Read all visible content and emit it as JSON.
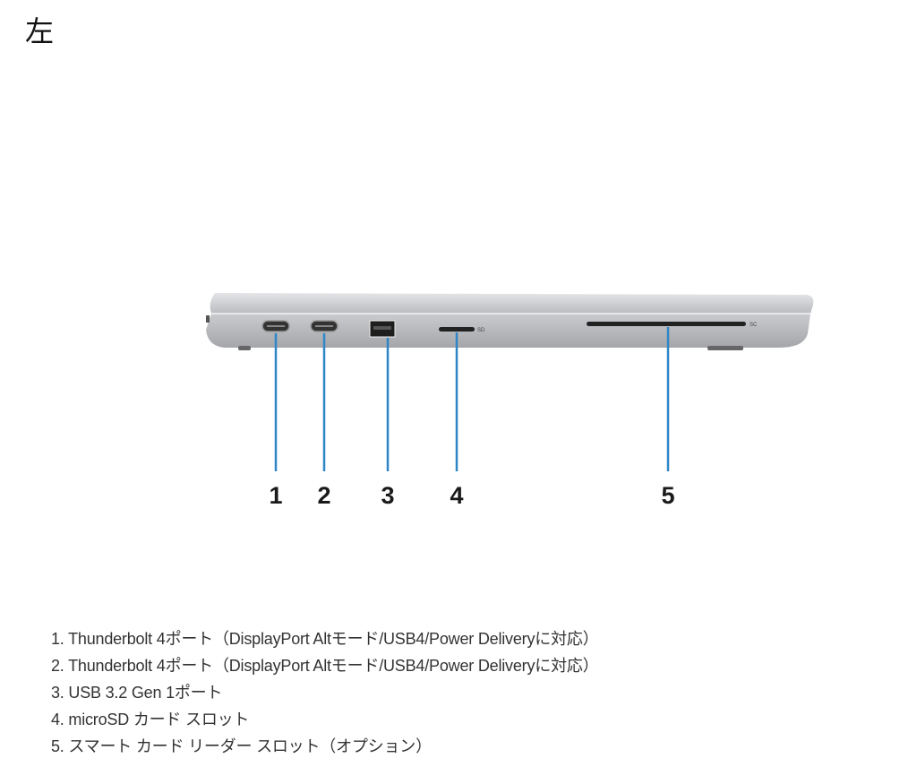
{
  "heading": "左",
  "figure": {
    "port_labels": [
      "1",
      "2",
      "3",
      "4",
      "5"
    ],
    "sd_mark": "SD",
    "sc_mark": "SC",
    "callout_color": "#2f86c6"
  },
  "ports": [
    "1. Thunderbolt 4ポート（DisplayPort Altモード/USB4/Power Deliveryに対応）",
    "2. Thunderbolt 4ポート（DisplayPort Altモード/USB4/Power Deliveryに対応）",
    "3. USB 3.2 Gen 1ポート",
    "4. microSD カード スロット",
    "5. スマート カード リーダー スロット（オプション）"
  ]
}
